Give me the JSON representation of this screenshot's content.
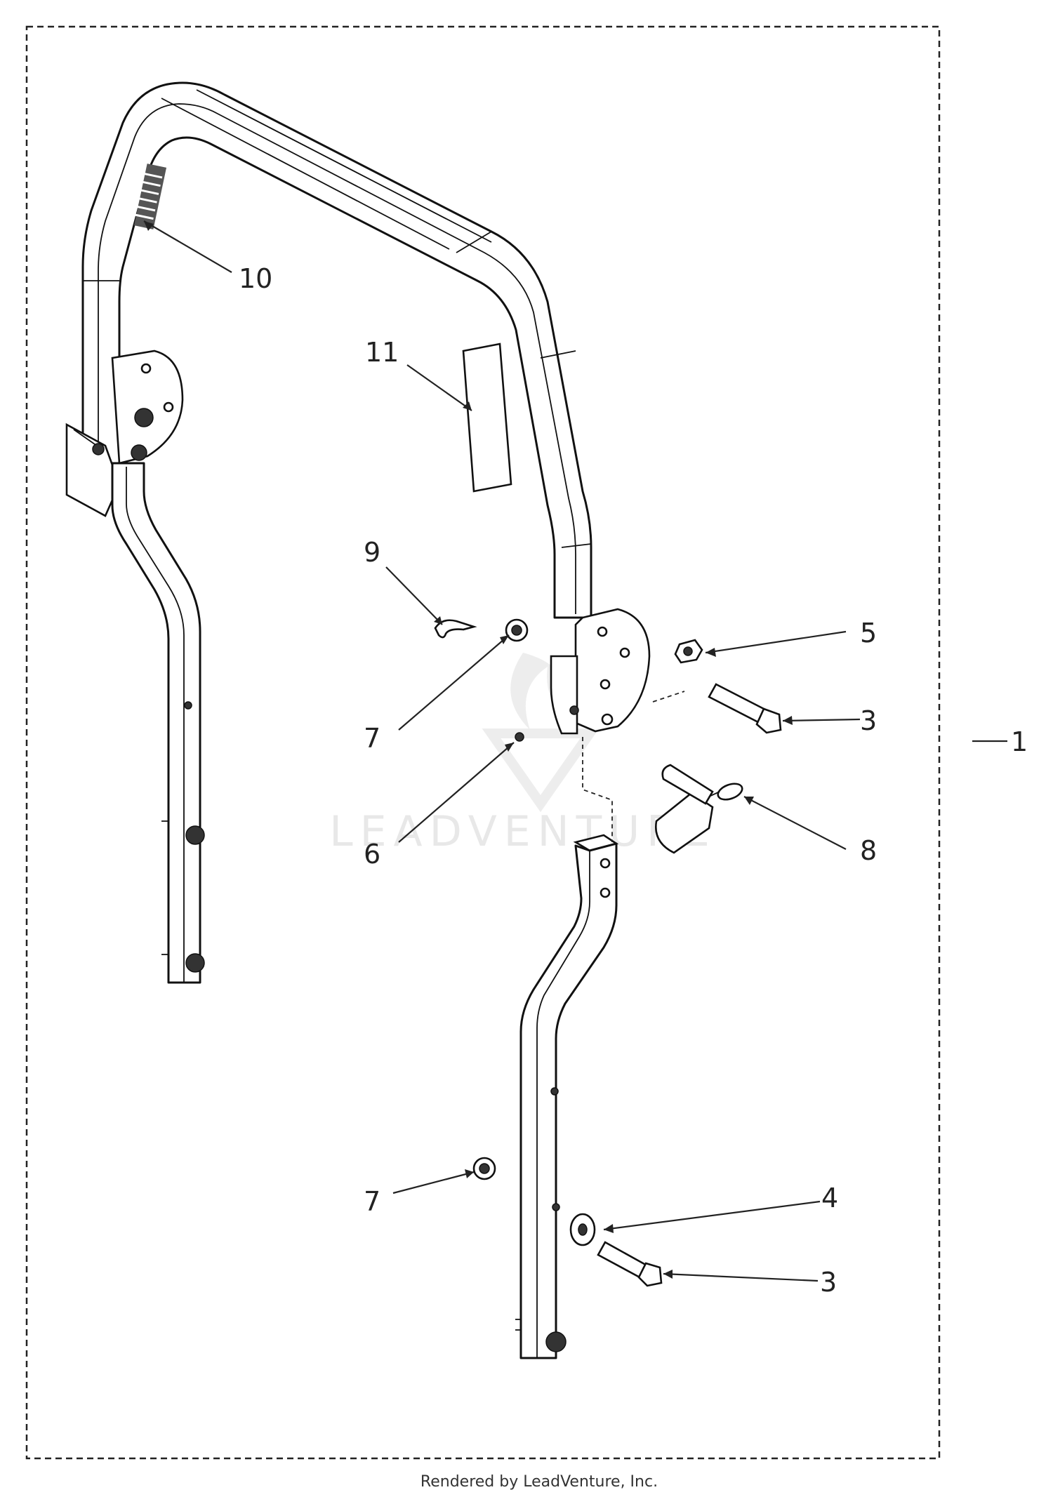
{
  "callouts": [
    {
      "id": "c1",
      "label": "1"
    },
    {
      "id": "c3a",
      "label": "3"
    },
    {
      "id": "c3b",
      "label": "3"
    },
    {
      "id": "c4",
      "label": "4"
    },
    {
      "id": "c5",
      "label": "5"
    },
    {
      "id": "c6",
      "label": "6"
    },
    {
      "id": "c7a",
      "label": "7"
    },
    {
      "id": "c7b",
      "label": "7"
    },
    {
      "id": "c8",
      "label": "8"
    },
    {
      "id": "c9",
      "label": "9"
    },
    {
      "id": "c10",
      "label": "10"
    },
    {
      "id": "c11",
      "label": "11"
    }
  ],
  "watermark": "LEADVENTURE",
  "footer": {
    "credit": "Rendered by LeadVenture, Inc."
  }
}
